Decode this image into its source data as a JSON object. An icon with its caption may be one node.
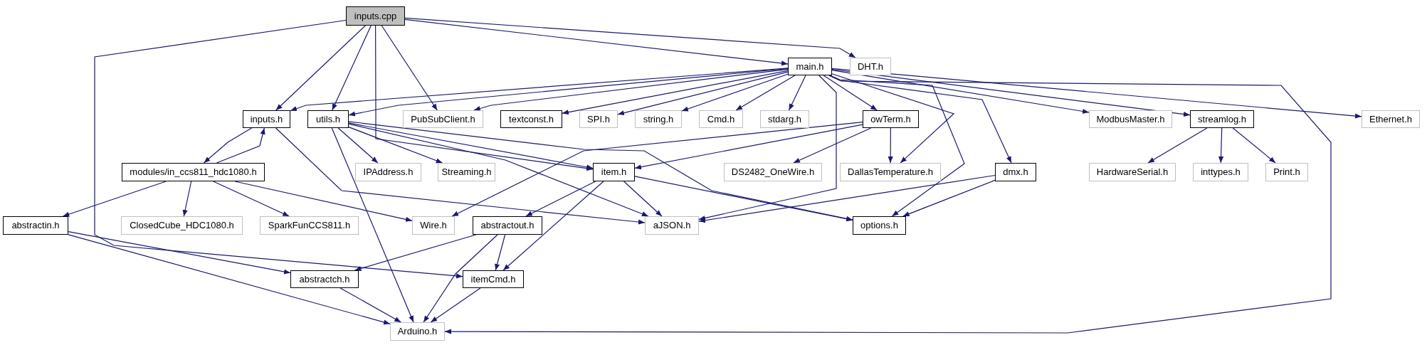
{
  "diagram": {
    "nodes": [
      {
        "text": [
          "inputs.cpp"
        ]
      },
      {
        "text": [
          "main.h"
        ]
      },
      {
        "text": [
          "DHT.h"
        ]
      },
      {
        "text": [
          "inputs.h"
        ]
      },
      {
        "text": [
          "utils.h"
        ]
      },
      {
        "text": [
          "PubSubClient.h"
        ]
      },
      {
        "text": [
          "textconst.h"
        ]
      },
      {
        "text": [
          "SPI.h"
        ]
      },
      {
        "text": [
          "string.h"
        ]
      },
      {
        "text": [
          "Cmd.h"
        ]
      },
      {
        "text": [
          "stdarg.h"
        ]
      },
      {
        "text": [
          "owTerm.h"
        ]
      },
      {
        "text": [
          "ModbusMaster.h"
        ]
      },
      {
        "text": [
          "streamlog.h"
        ]
      },
      {
        "text": [
          "Ethernet.h"
        ]
      },
      {
        "text": [
          "modules/in_ccs811_hdc1080.h"
        ]
      },
      {
        "text": [
          "IPAddress.h"
        ]
      },
      {
        "text": [
          "Streaming.h"
        ]
      },
      {
        "text": [
          "item.h"
        ]
      },
      {
        "text": [
          "DS2482_OneWire.h"
        ]
      },
      {
        "text": [
          "DallasTemperature.h"
        ]
      },
      {
        "text": [
          "dmx.h"
        ]
      },
      {
        "text": [
          "HardwareSerial.h"
        ]
      },
      {
        "text": [
          "inttypes.h"
        ]
      },
      {
        "text": [
          "Print.h"
        ]
      },
      {
        "text": [
          "abstractin.h"
        ]
      },
      {
        "text": [
          "ClosedCube_HDC1080.h"
        ]
      },
      {
        "text": [
          "SparkFunCCS811.h"
        ]
      },
      {
        "text": [
          "Wire.h"
        ]
      },
      {
        "text": [
          "abstractout.h"
        ]
      },
      {
        "text": [
          "aJSON.h"
        ]
      },
      {
        "text": [
          "options.h"
        ]
      },
      {
        "text": [
          "abstractch.h"
        ]
      },
      {
        "text": [
          "itemCmd.h"
        ]
      },
      {
        "text": [
          "Arduino.h"
        ]
      }
    ],
    "edges": [
      {
        "from": 0,
        "to": 1,
        "arrow": "to"
      },
      {
        "from": 0,
        "to": 2,
        "arrow": "to"
      },
      {
        "from": 0,
        "to": 3,
        "arrow": "to"
      },
      {
        "from": 0,
        "to": 4,
        "arrow": "to"
      },
      {
        "from": 0,
        "to": 5,
        "arrow": "to"
      },
      {
        "from": 0,
        "to": 18,
        "arrow": "to"
      },
      {
        "from": 0,
        "to": 33,
        "arrow": "to"
      },
      {
        "from": 1,
        "to": 3,
        "arrow": "to"
      },
      {
        "from": 1,
        "to": 4,
        "arrow": "to"
      },
      {
        "from": 1,
        "to": 5,
        "arrow": "to"
      },
      {
        "from": 1,
        "to": 6,
        "arrow": "to"
      },
      {
        "from": 1,
        "to": 7,
        "arrow": "to"
      },
      {
        "from": 1,
        "to": 8,
        "arrow": "to"
      },
      {
        "from": 1,
        "to": 9,
        "arrow": "to"
      },
      {
        "from": 1,
        "to": 10,
        "arrow": "to"
      },
      {
        "from": 1,
        "to": 11,
        "arrow": "to"
      },
      {
        "from": 1,
        "to": 12,
        "arrow": "to"
      },
      {
        "from": 1,
        "to": 13,
        "arrow": "to"
      },
      {
        "from": 1,
        "to": 14,
        "arrow": "to"
      },
      {
        "from": 1,
        "to": 21,
        "arrow": "to"
      },
      {
        "from": 1,
        "to": 20,
        "arrow": "to"
      },
      {
        "from": 1,
        "to": 30,
        "arrow": "to"
      },
      {
        "from": 1,
        "to": 31,
        "arrow": "to"
      },
      {
        "from": 1,
        "to": 34,
        "arrow": "to"
      },
      {
        "from": 3,
        "to": 15,
        "arrow": "to"
      },
      {
        "from": 15,
        "to": 3,
        "arrow": "to"
      },
      {
        "from": 3,
        "to": 30,
        "arrow": "to"
      },
      {
        "from": 4,
        "to": 16,
        "arrow": "to"
      },
      {
        "from": 4,
        "to": 17,
        "arrow": "to"
      },
      {
        "from": 4,
        "to": 18,
        "arrow": "to"
      },
      {
        "from": 4,
        "to": 30,
        "arrow": "to"
      },
      {
        "from": 4,
        "to": 31,
        "arrow": "to"
      },
      {
        "from": 4,
        "to": 34,
        "arrow": "to"
      },
      {
        "from": 15,
        "to": 25,
        "arrow": "to"
      },
      {
        "from": 15,
        "to": 26,
        "arrow": "to"
      },
      {
        "from": 15,
        "to": 27,
        "arrow": "to"
      },
      {
        "from": 15,
        "to": 28,
        "arrow": "to"
      },
      {
        "from": 25,
        "to": 32,
        "arrow": "to"
      },
      {
        "from": 25,
        "to": 34,
        "arrow": "to"
      },
      {
        "from": 18,
        "to": 29,
        "arrow": "to"
      },
      {
        "from": 18,
        "to": 33,
        "arrow": "to"
      },
      {
        "from": 18,
        "to": 30,
        "arrow": "to"
      },
      {
        "from": 18,
        "to": 31,
        "arrow": "to"
      },
      {
        "from": 29,
        "to": 32,
        "arrow": "to"
      },
      {
        "from": 29,
        "to": 33,
        "arrow": "to"
      },
      {
        "from": 29,
        "to": 34,
        "arrow": "to"
      },
      {
        "from": 32,
        "to": 34,
        "arrow": "to"
      },
      {
        "from": 33,
        "to": 34,
        "arrow": "to"
      },
      {
        "from": 13,
        "to": 22,
        "arrow": "to"
      },
      {
        "from": 13,
        "to": 23,
        "arrow": "to"
      },
      {
        "from": 13,
        "to": 24,
        "arrow": "to"
      },
      {
        "from": 11,
        "to": 18,
        "arrow": "to"
      },
      {
        "from": 11,
        "to": 28,
        "arrow": "to"
      },
      {
        "from": 11,
        "to": 19,
        "arrow": "to"
      },
      {
        "from": 11,
        "to": 20,
        "arrow": "to"
      },
      {
        "from": 21,
        "to": 30,
        "arrow": "to"
      },
      {
        "from": 21,
        "to": 31,
        "arrow": "to"
      }
    ]
  }
}
